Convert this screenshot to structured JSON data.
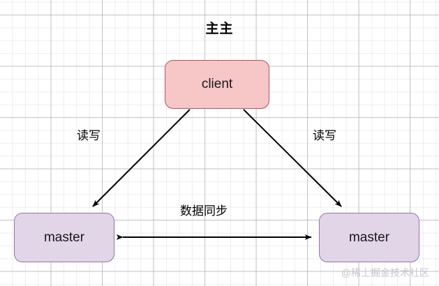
{
  "diagram": {
    "title": "主主",
    "type": "architecture-diagram",
    "nodes": [
      {
        "id": "client",
        "label": "client",
        "fill": "#f7c6c7",
        "stroke": "#b85450"
      },
      {
        "id": "master_left",
        "label": "master",
        "fill": "#e1d5e7",
        "stroke": "#9673a6"
      },
      {
        "id": "master_right",
        "label": "master",
        "fill": "#e1d5e7",
        "stroke": "#9673a6"
      }
    ],
    "edges": [
      {
        "id": "client_to_master_left",
        "from": "client",
        "to": "master_left",
        "label": "读写",
        "direction": "one-way"
      },
      {
        "id": "client_to_master_right",
        "from": "client",
        "to": "master_right",
        "label": "读写",
        "direction": "one-way"
      },
      {
        "id": "master_sync",
        "from": "master_left",
        "to": "master_right",
        "label": "数据同步",
        "direction": "two-way"
      }
    ],
    "edge_color": "#000000",
    "watermark": "@稀土掘金技术社区"
  }
}
